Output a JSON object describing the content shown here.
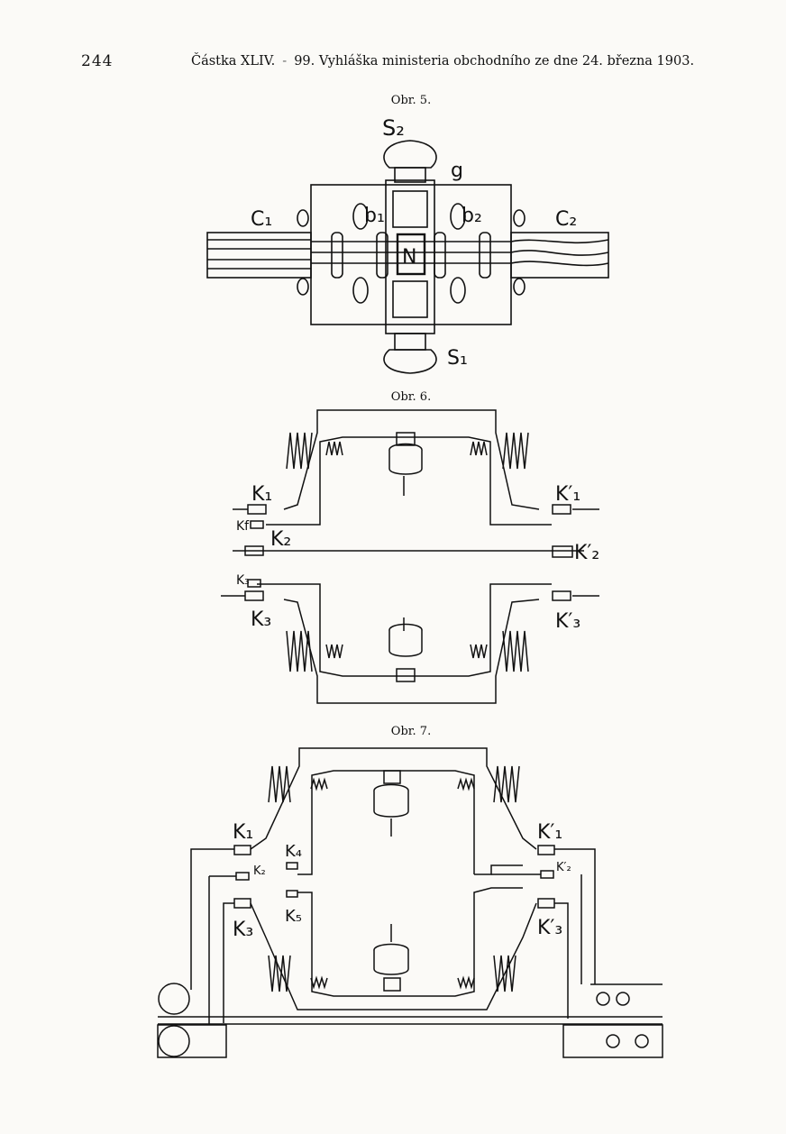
{
  "header": {
    "page_number": "244",
    "part": "Částka XLIV.",
    "title": "99. Vyhláška ministeria obchodního ze dne 24. března 1903."
  },
  "figures": [
    {
      "caption": "Obr. 5.",
      "labels": {
        "s2": "S₂",
        "g": "g",
        "c1": "C₁",
        "b1": "b₁",
        "b2": "b₂",
        "c2": "C₂",
        "n": "N",
        "s1": "S₁"
      }
    },
    {
      "caption": "Obr. 6.",
      "labels": {
        "k1": "K₁",
        "k1p": "K′₁",
        "kf": "Kf",
        "k2": "K₂",
        "k2p": "K′₂",
        "k3small": "K₃",
        "k3": "K₃",
        "k3p": "K′₃"
      }
    },
    {
      "caption": "Obr. 7.",
      "labels": {
        "k1": "K₁",
        "k1p": "K′₁",
        "k2": "K₂",
        "k2p": "K′₂",
        "k3": "K₃",
        "k3p": "K′₃",
        "k4": "K₄",
        "k5": "K₅"
      }
    }
  ]
}
